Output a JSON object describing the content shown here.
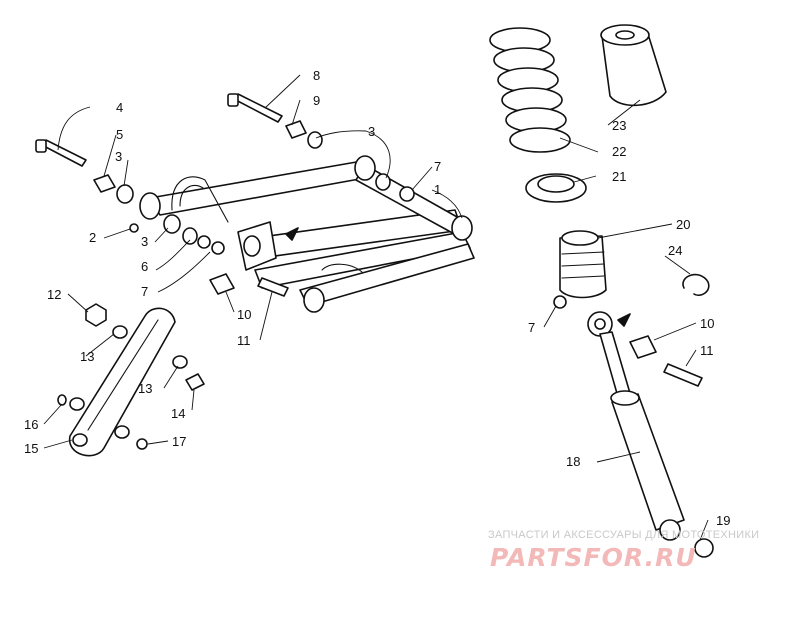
{
  "callouts": {
    "c1": "1",
    "c2": "2",
    "c3a": "3",
    "c3b": "3",
    "c3c": "3",
    "c4": "4",
    "c5": "5",
    "c6": "6",
    "c7a": "7",
    "c7b": "7",
    "c7c": "7",
    "c8": "8",
    "c9": "9",
    "c10a": "10",
    "c10b": "10",
    "c11a": "11",
    "c11b": "11",
    "c12": "12",
    "c13a": "13",
    "c13b": "13",
    "c14": "14",
    "c15": "15",
    "c16": "16",
    "c17": "17",
    "c18": "18",
    "c19": "19",
    "c20": "20",
    "c21": "21",
    "c22": "22",
    "c23": "23",
    "c24": "24"
  },
  "watermark": {
    "caption": "ЗАПЧАСТИ И АКСЕССУАРЫ ДЛЯ МОТОТЕХНИКИ",
    "logo": "PARTSFOR.RU"
  },
  "colors": {
    "ink": "#111111",
    "watermark_caption": "#c9c9c9",
    "watermark_logo": "#f3b8b8"
  }
}
